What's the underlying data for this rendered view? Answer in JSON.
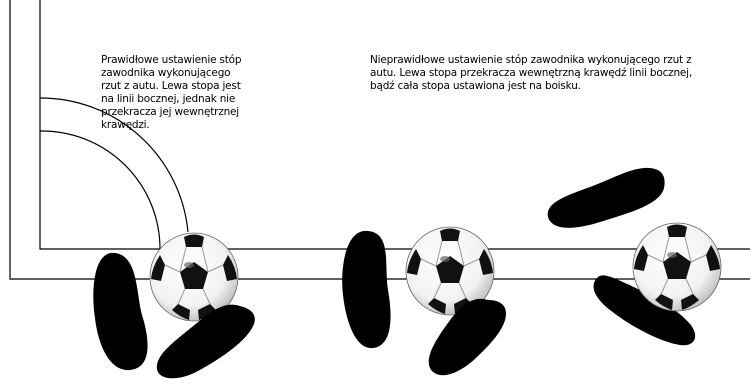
{
  "captions": {
    "correct": {
      "lines": [
        "Prawidłowe ustawienie stóp",
        "zawodnika wykonującego",
        "rzut z autu. Lewa stopa jest",
        "na linii bocznej, jednak nie",
        "przekracza jej wewnętrznej",
        "krawędzi."
      ]
    },
    "incorrect": {
      "lines": [
        "Nieprawidłowe ustawienie stóp zawodnika wykonującego rzut z",
        "autu. Lewa stopa przekracza wewnętrzną krawędź linii bocznej,",
        "bądź cała stopa ustawiona jest na boisku."
      ]
    }
  },
  "colors": {
    "line": "#000000",
    "foot": "#000000",
    "ball_white": "#ffffff",
    "ball_patch": "#111111",
    "ball_shade": "#bdbdbd"
  },
  "icons": {
    "ball": "soccer-ball-icon",
    "foot": "foot-print-icon"
  }
}
